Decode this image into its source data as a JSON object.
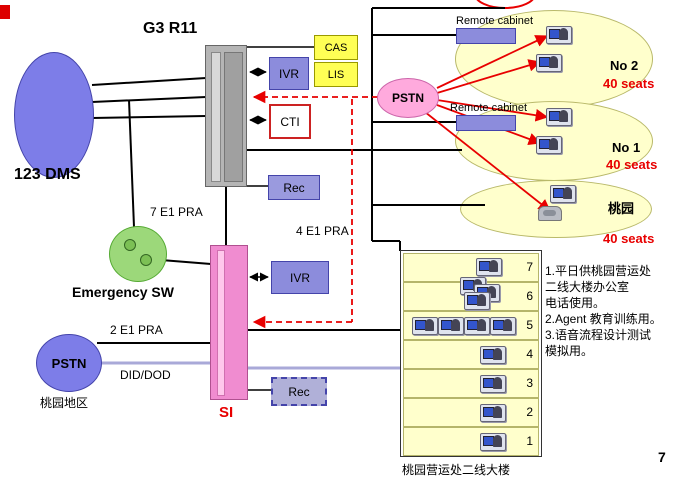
{
  "header": {
    "title": "G3 R11"
  },
  "page_number": "7",
  "nodes": {
    "dms": {
      "label": "123 DMS"
    },
    "emergency": {
      "label": "Emergency SW"
    },
    "pstn_top": {
      "label": "PSTN"
    },
    "pstn_bottom": {
      "label": "PSTN",
      "region": "桃园地区"
    },
    "si": {
      "label": "SI"
    },
    "ivr1": {
      "label": "IVR"
    },
    "ivr2": {
      "label": "IVR"
    },
    "cti": {
      "label": "CTI"
    },
    "cas": {
      "label": "CAS"
    },
    "lis": {
      "label": "LIS"
    },
    "rec1": {
      "label": "Rec"
    },
    "rec2": {
      "label": "Rec"
    }
  },
  "links": {
    "e1_7": "7 E1 PRA",
    "e1_4": "4 E1 PRA",
    "e1_2": "2 E1 PRA",
    "did_dod": "DID/DOD"
  },
  "sites": [
    {
      "cabinet": "Remote cabinet",
      "name": "No 2",
      "seats": "40 seats"
    },
    {
      "cabinet": "Remote cabinet",
      "name": "No 1",
      "seats": "40 seats"
    },
    {
      "name": "桃园",
      "seats": "40 seats"
    }
  ],
  "building": {
    "rows": [
      "7",
      "6",
      "5",
      "4",
      "3",
      "2",
      "1"
    ],
    "caption": "桃园营运处二线大楼"
  },
  "notes": [
    "1.平日供桃园营运处",
    "二线大楼办公室",
    "电话使用。",
    "2.Agent 教育训练用。",
    "3.语音流程设计测试",
    "模拟用。"
  ],
  "colors": {
    "accent_red": "#e80000",
    "site_ellipse": "#ffffcc",
    "node_blue": "#7d7de8",
    "node_pink": "#ffaadd",
    "si_pink": "#f08cd0",
    "lavender_link": "#a9a9d8"
  }
}
